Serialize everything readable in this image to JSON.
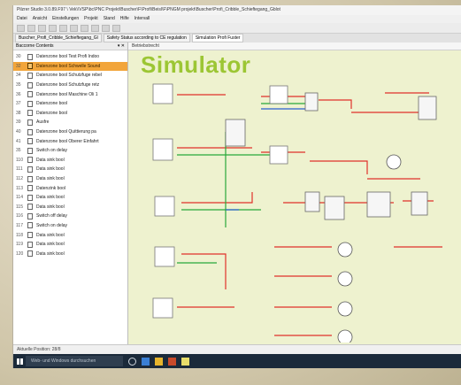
{
  "window": {
    "title": "Pilzrer Studio  3.0.89.F97   \\ Vek\\\\VSP\\bc\\PNC Projekt\\Buscher\\F\\Profi\\Beisl\\F\\PNGM projekt\\Buscher\\Profi_Cribble_Schieftegang_Gblot"
  },
  "menu": [
    "Datei",
    "Ansicht",
    "Einstellungen",
    "Projekt",
    "Stand",
    "Hilfe",
    "Intervall"
  ],
  "doc_tabs": [
    "Buscher_Profi_Cribble_Schieftegang_Gl",
    "Safety Status according to CE regulation",
    "Simulation Profi Fuster"
  ],
  "sidebar": {
    "header": "Baccorne Contents",
    "items": [
      {
        "num": "30",
        "label": "Datenzone bool Test Profi Indoo"
      },
      {
        "num": "32",
        "label": "Datenzone bool Schwelle Sound"
      },
      {
        "num": "34",
        "label": "Datenzone bool Schutzfuge rebel"
      },
      {
        "num": "35",
        "label": "Datenzone bool Schutzfuge retz"
      },
      {
        "num": "36",
        "label": "Datenzone bool Maschine Oli 1"
      },
      {
        "num": "37",
        "label": "Datenzone bool"
      },
      {
        "num": "38",
        "label": "Datenzone bool"
      },
      {
        "num": "39",
        "label": "Ausfre"
      },
      {
        "num": "40",
        "label": "Datenzone bool Quittierung pa"
      },
      {
        "num": "41",
        "label": "Datenzone bool Oberer Einfahrt"
      },
      {
        "num": "35",
        "label": "Switch on delay"
      },
      {
        "num": "110",
        "label": "Data sink bool"
      },
      {
        "num": "111",
        "label": "Data sink bool"
      },
      {
        "num": "112",
        "label": "Data sink bool"
      },
      {
        "num": "113",
        "label": "Datenzink bool"
      },
      {
        "num": "114",
        "label": "Data sink bool"
      },
      {
        "num": "115",
        "label": "Data sink bool"
      },
      {
        "num": "116",
        "label": "Switch off delay"
      },
      {
        "num": "117",
        "label": "Switch on delay"
      },
      {
        "num": "118",
        "label": "Data sink bool"
      },
      {
        "num": "119",
        "label": "Data sink bool"
      },
      {
        "num": "120",
        "label": "Data sink bool"
      }
    ],
    "selected_index": 1
  },
  "canvas": {
    "tab": "Betriebstrecht",
    "title": "Simulator"
  },
  "status": "Aktuelle Position: 28/8",
  "taskbar": {
    "search_placeholder": "Web- und Windows durchsuchen"
  },
  "colors": {
    "canvas_bg": "#eef2cf",
    "title_green": "#9cc634",
    "selected_row": "#f2a53a",
    "wire_red": "#e0312b",
    "wire_green": "#29a83a",
    "wire_blue": "#2a5fd1"
  }
}
